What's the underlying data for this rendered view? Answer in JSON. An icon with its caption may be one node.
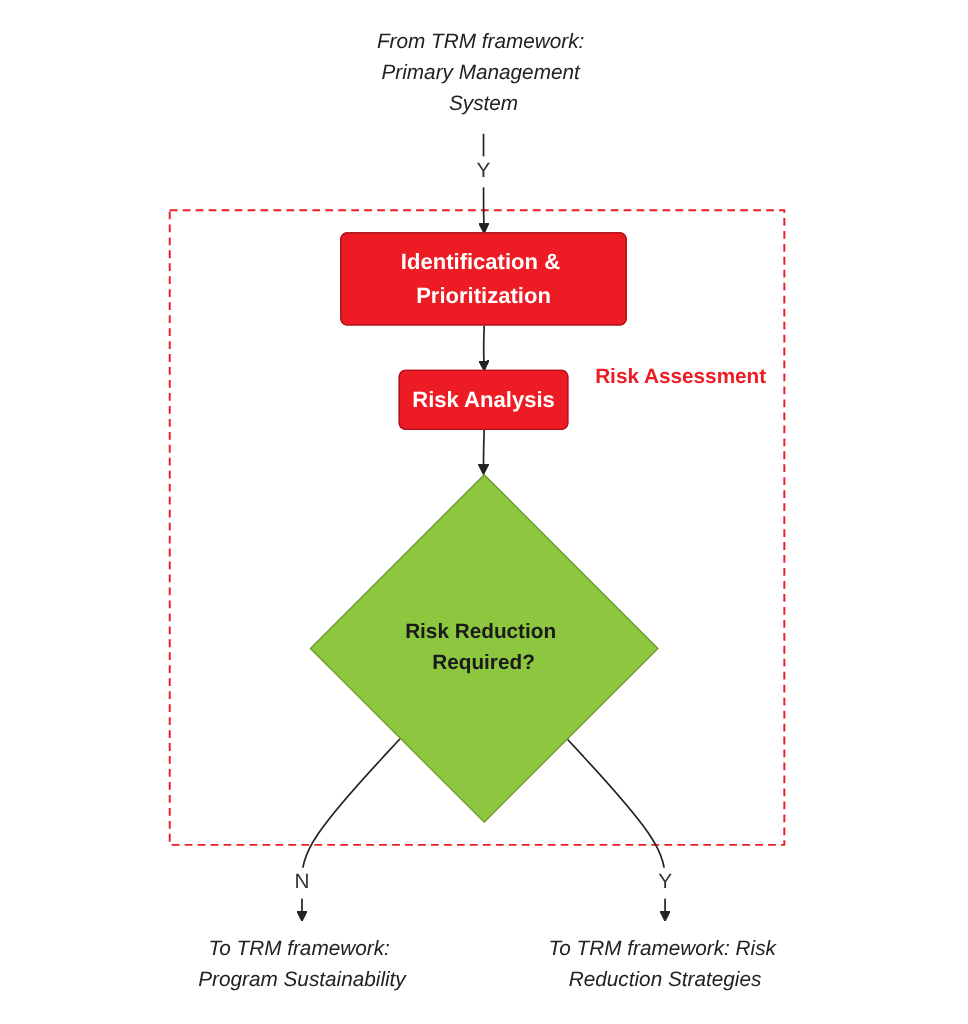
{
  "diagram": {
    "nodes": [
      {
        "text": [
          "From TRM framework: Primary Management System"
        ]
      },
      {
        "text": [
          "Risk Assessment"
        ]
      },
      {
        "text": [
          "Identification & Prioritization"
        ],
        "in": 1
      },
      {
        "text": [
          "Risk Analysis"
        ],
        "in": 1
      },
      {
        "text": [
          "Risk Reduction Required?"
        ],
        "in": 1
      },
      {
        "text": [
          "To TRM framework: Program Sustainability"
        ]
      },
      {
        "text": [
          "To TRM framework: Risk Reduction Strategies"
        ]
      }
    ],
    "edges": [
      {
        "from": 0,
        "to": 2,
        "arrow": "to",
        "label": "Y"
      },
      {
        "from": 2,
        "to": 3,
        "arrow": "to"
      },
      {
        "from": 3,
        "to": 4,
        "arrow": "to"
      },
      {
        "from": 4,
        "to": 5,
        "arrow": "to",
        "label": "N"
      },
      {
        "from": 4,
        "to": 6,
        "arrow": "to",
        "label": "Y"
      }
    ]
  }
}
